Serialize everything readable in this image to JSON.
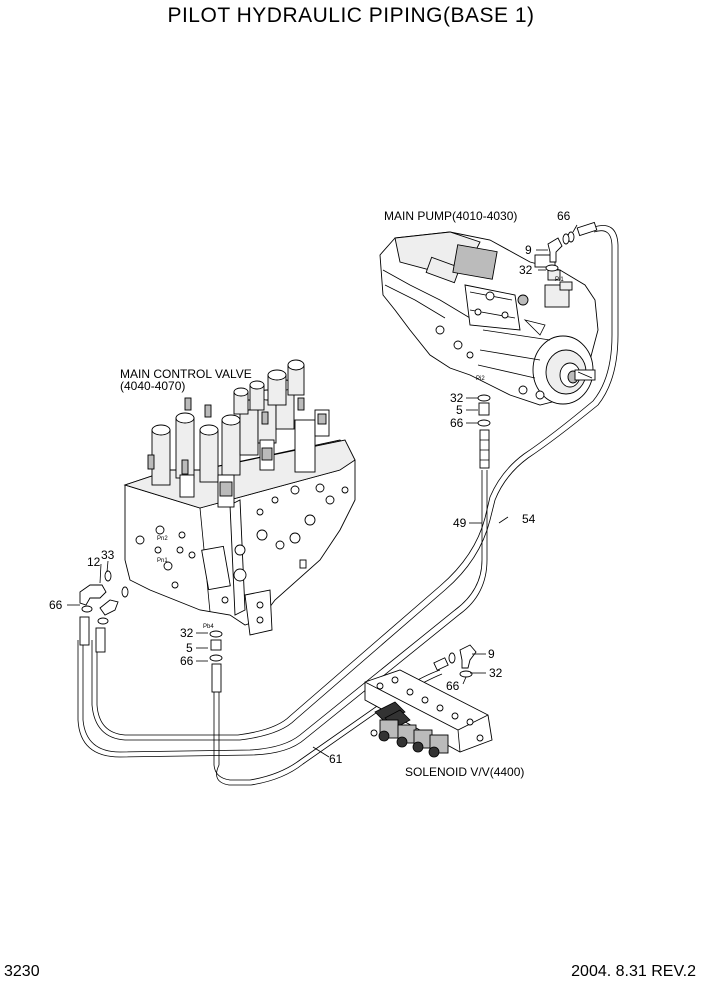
{
  "title": "PILOT HYDRAULIC PIPING(BASE 1)",
  "page_number": "3230",
  "revision": "2004. 8.31  REV.2",
  "components": {
    "main_pump": "MAIN PUMP(4010-4030)",
    "main_control_valve_line1": "MAIN CONTROL VALVE",
    "main_control_valve_line2": "(4040-4070)",
    "solenoid_valve": "SOLENOID V/V(4400)"
  },
  "port_labels": {
    "pi1": "Pi1",
    "pi2": "Pi2",
    "pb4": "Pb4",
    "pn2": "Pn2",
    "pn1": "Pn1"
  },
  "callouts": {
    "pump_66": "66",
    "pump_9": "9",
    "pump_32": "32",
    "pi2_32": "32",
    "pi2_5": "5",
    "pi2_66": "66",
    "hose_49": "49",
    "hose_54": "54",
    "mcv_12": "12",
    "mcv_33": "33",
    "mcv_66": "66",
    "pb4_32": "32",
    "pb4_5": "5",
    "pb4_66": "66",
    "sol_9": "9",
    "sol_66": "66",
    "sol_32": "32",
    "hose_61": "61"
  }
}
